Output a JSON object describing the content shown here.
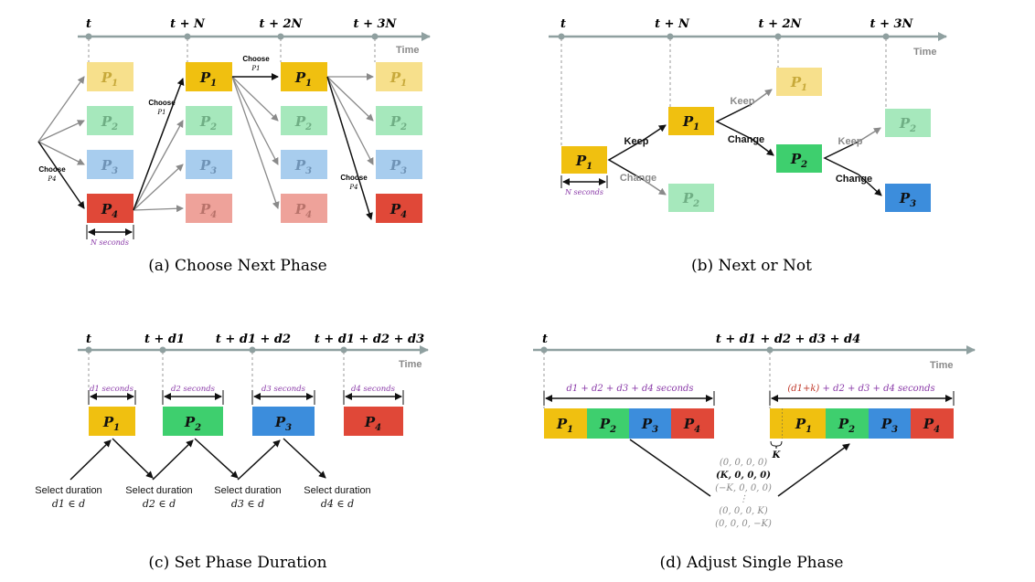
{
  "colors": {
    "p1": "#f0c010",
    "p1_faded": "#f7e08c",
    "p2": "#3ecf6e",
    "p2_faded": "#a6e8bc",
    "p3": "#3c8ddc",
    "p3_faded": "#a8cdee",
    "p4": "#e04838",
    "p4_faded": "#eea29a",
    "axis": "#8fa0a0",
    "purple": "#8a3aa8",
    "gray_text": "#8a8a8a"
  },
  "axis_time_label": "Time",
  "phase_labels": {
    "p1": "P",
    "sub1": "1",
    "sub2": "2",
    "sub3": "3",
    "sub4": "4"
  },
  "panel_a": {
    "caption": "(a) Choose Next Phase",
    "ticks": [
      "t",
      "t + N",
      "t + 2N",
      "t + 3N"
    ],
    "choose_word": "Choose",
    "choose_p1_target": "P1",
    "choose_p4_target": "P4",
    "duration": "N seconds"
  },
  "panel_b": {
    "caption": "(b) Next or Not",
    "ticks": [
      "t",
      "t + N",
      "t + 2N",
      "t + 3N"
    ],
    "keep": "Keep",
    "change": "Change",
    "duration": "N seconds"
  },
  "panel_c": {
    "caption": "(c) Set Phase Duration",
    "ticks": [
      "t",
      "t + d1",
      "t + d1 + d2",
      "t + d1 + d2 + d3"
    ],
    "durations": [
      "d1 seconds",
      "d2 seconds",
      "d3 seconds",
      "d4 seconds"
    ],
    "select_line1": "Select duration",
    "select_line2": [
      "d1 ∈ d",
      "d2 ∈ d",
      "d3 ∈ d",
      "d4 ∈ d"
    ]
  },
  "panel_d": {
    "caption": "(d) Adjust Single Phase",
    "ticks": [
      "t",
      "t + d1 + d2 + d3 + d4"
    ],
    "left_duration": "d1 + d2 + d3 + d4 seconds",
    "right_duration_k": "(d1+k)",
    "right_duration_rest": "+ d2 + d3 + d4 seconds",
    "k_label": "K",
    "actions": [
      "(0, 0, 0, 0)",
      "(K, 0, 0, 0)",
      "(−K, 0, 0, 0)",
      "⋮",
      "(0, 0, 0, K)",
      "(0, 0, 0, −K)"
    ]
  }
}
